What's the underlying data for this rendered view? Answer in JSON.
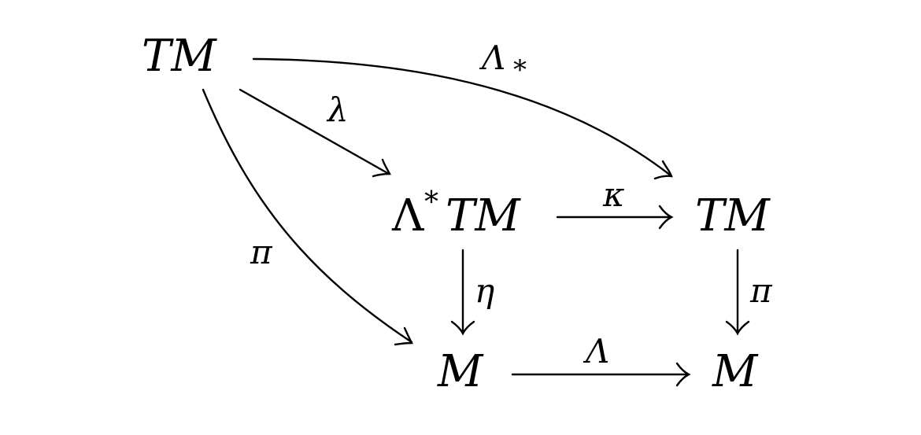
{
  "diagram": {
    "nodes": {
      "tm_top_left": "TM",
      "lambda_star_tm": "TM",
      "lambda_star_prefix": "Λ",
      "lambda_star_sup": "*",
      "tm_right": "TM",
      "m_bottom_middle": "M",
      "m_bottom_right": "M"
    },
    "edges": {
      "lambda_subscript_base": "Λ",
      "lambda_subscript": "*",
      "lambda_label": "λ",
      "pi_left_label": "π",
      "kappa_label": "κ",
      "eta_label": "η",
      "pi_right_label": "π",
      "capital_lambda_label": "Λ"
    }
  }
}
